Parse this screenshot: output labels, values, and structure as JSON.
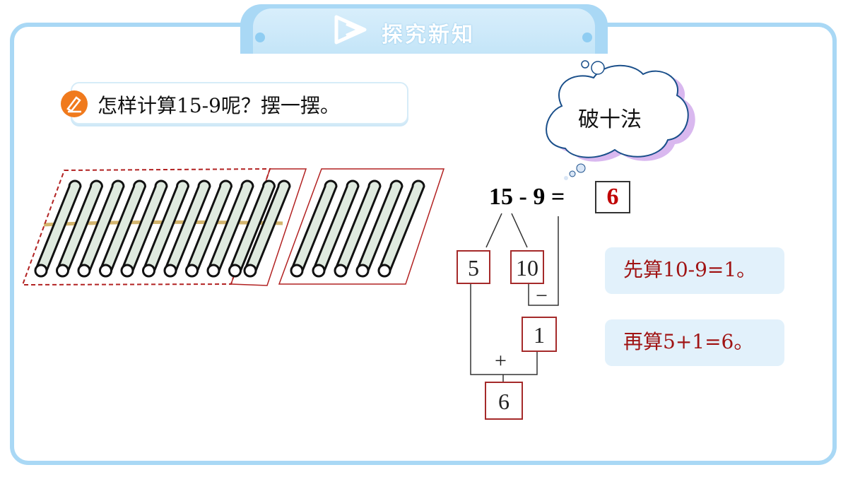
{
  "header": {
    "title": "探究新知",
    "icon": "play-triangle-icon"
  },
  "question": {
    "icon": "pencil-icon",
    "text": "怎样计算15-9呢？摆一摆。"
  },
  "bubble": {
    "text": "破十法"
  },
  "equation": {
    "text": "15 - 9 =",
    "answer": "6"
  },
  "decomposition": {
    "part_a": "5",
    "part_b": "10",
    "minus": "−",
    "intermediate": "1",
    "plus": "+",
    "result": "6"
  },
  "notes": [
    {
      "text": "先算10-9=1。"
    },
    {
      "text": "再算5+1=6。"
    }
  ],
  "sticks": {
    "bundle_count": 10,
    "loose_count": 6
  },
  "colors": {
    "frame": "#a9d8f5",
    "accent_red": "#c00000",
    "note_bg": "#e2f1fb",
    "stick_fill": "#dfeadf"
  }
}
